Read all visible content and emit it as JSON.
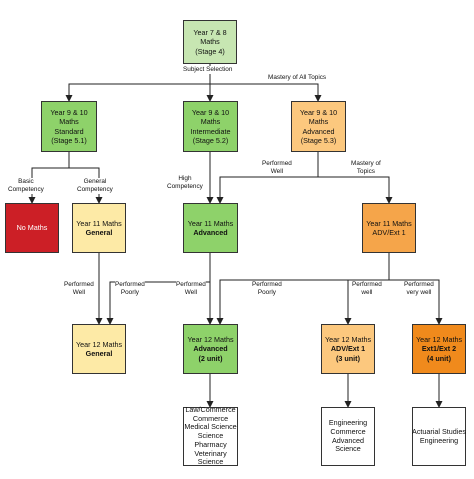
{
  "nodes": {
    "y78": [
      "Year 7 & 8",
      "Maths",
      "(Stage 4)"
    ],
    "y910_standard": [
      "Year 9 & 10",
      "Maths",
      "Standard",
      "(Stage 5.1)"
    ],
    "y910_intermediate": [
      "Year 9 & 10",
      "Maths",
      "Intermediate",
      "(Stage 5.2)"
    ],
    "y910_advanced": [
      "Year 9 & 10",
      "Maths",
      "Advanced",
      "(Stage 5.3)"
    ],
    "no_maths": [
      "No Maths"
    ],
    "y11_general": [
      "Year 11 Maths",
      "General"
    ],
    "y11_advanced": [
      "Year 11 Maths",
      "Advanced"
    ],
    "y11_adv_ext1": [
      "Year 11 Maths",
      "ADV/Ext 1"
    ],
    "y12_general": [
      "Year 12 Maths",
      "General"
    ],
    "y12_advanced": [
      "Year 12 Maths",
      "Advanced",
      "(2 unit)"
    ],
    "y12_adv_ext1": [
      "Year 12 Maths",
      "ADV/Ext 1",
      "(3 unit)"
    ],
    "y12_ext1_ext2": [
      "Year 12 Maths",
      "Ext1/Ext 2",
      "(4 unit)"
    ],
    "careers_advanced": [
      "Law/Commerce",
      "Commerce",
      "Medical Science",
      "Science",
      "Pharmacy",
      "Veterinary",
      "Science"
    ],
    "careers_ext1": [
      "Engineering",
      "Commerce",
      "Advanced",
      "Science"
    ],
    "careers_ext2": [
      "Actuarial Studies",
      "Engineering"
    ]
  },
  "edge_labels": {
    "subject_selection": [
      "Subject Selection"
    ],
    "mastery_all": [
      "Mastery of All Topics"
    ],
    "basic_competency": [
      "Basic",
      "Competency"
    ],
    "general_competency": [
      "General",
      "Competency"
    ],
    "high_competency": [
      "High",
      "Competency"
    ],
    "performed_well_a": [
      "Performed",
      "Well"
    ],
    "mastery_topics": [
      "Mastery of",
      "Topics"
    ],
    "performed_well_b": [
      "Performed",
      "Well"
    ],
    "performed_poorly_a": [
      "Performed",
      "Poorly"
    ],
    "performed_well_c": [
      "Performed",
      "Well"
    ],
    "performed_poorly_b": [
      "Performed",
      "Poorly"
    ],
    "performed_well_d": [
      "Performed",
      "well"
    ],
    "performed_very_well": [
      "Performed",
      "very well"
    ]
  },
  "colors": {
    "stage4": "#c7e6b2",
    "green": "#8ed26a",
    "orange_pale": "#fcc87e",
    "orange": "#f5a54a",
    "orange_dark": "#f08a1c",
    "yellow": "#fdeaa6",
    "red": "#cc1f26"
  }
}
